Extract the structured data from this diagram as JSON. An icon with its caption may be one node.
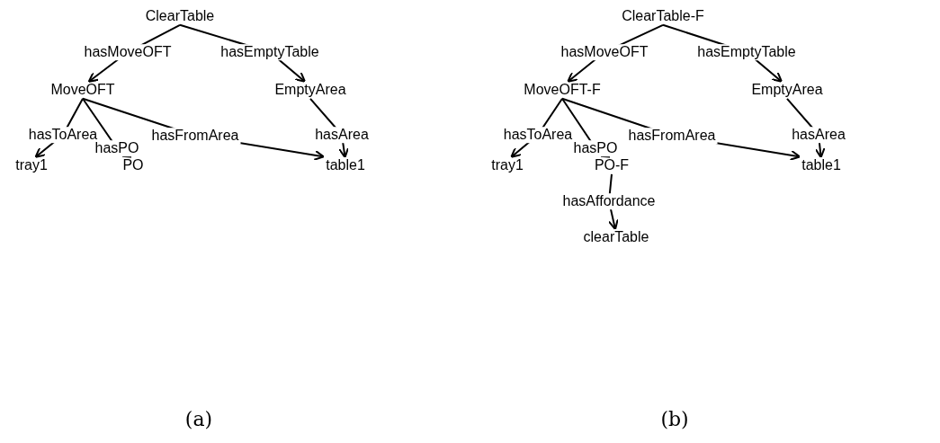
{
  "diagram": {
    "nodes": [
      {
        "text": [
          "ClearTable"
        ]
      },
      {
        "text": [
          "MoveOFT"
        ]
      },
      {
        "text": [
          "EmptyArea"
        ]
      },
      {
        "text": [
          "tray1"
        ]
      },
      {
        "text": [
          "PO"
        ]
      },
      {
        "text": [
          "table1"
        ]
      },
      {
        "text": [
          "ClearTable-F"
        ]
      },
      {
        "text": [
          "MoveOFT-F"
        ]
      },
      {
        "text": [
          "EmptyArea"
        ]
      },
      {
        "text": [
          "tray1"
        ]
      },
      {
        "text": [
          "PO-F"
        ]
      },
      {
        "text": [
          "table1"
        ]
      },
      {
        "text": [
          "clearTable"
        ]
      }
    ],
    "edges": [
      {
        "from": 0,
        "to": 1,
        "arrow": "to",
        "label": "hasMoveOFT"
      },
      {
        "from": 0,
        "to": 2,
        "arrow": "to",
        "label": "hasEmptyTable"
      },
      {
        "from": 1,
        "to": 3,
        "arrow": "to",
        "label": "hasToArea"
      },
      {
        "from": 1,
        "to": 4,
        "arrow": "to",
        "label": "hasPO"
      },
      {
        "from": 1,
        "to": 5,
        "arrow": "to",
        "label": "hasFromArea"
      },
      {
        "from": 2,
        "to": 5,
        "arrow": "to",
        "label": "hasArea"
      },
      {
        "from": 6,
        "to": 7,
        "arrow": "to",
        "label": "hasMoveOFT"
      },
      {
        "from": 6,
        "to": 8,
        "arrow": "to",
        "label": "hasEmptyTable"
      },
      {
        "from": 7,
        "to": 9,
        "arrow": "to",
        "label": "hasToArea"
      },
      {
        "from": 7,
        "to": 10,
        "arrow": "to",
        "label": "hasPO"
      },
      {
        "from": 7,
        "to": 11,
        "arrow": "to",
        "label": "hasFromArea"
      },
      {
        "from": 8,
        "to": 11,
        "arrow": "to",
        "label": "hasArea"
      },
      {
        "from": 10,
        "to": 12,
        "arrow": "to",
        "label": "hasAffordance"
      }
    ],
    "labels": [
      "(a)",
      "(b)"
    ]
  }
}
